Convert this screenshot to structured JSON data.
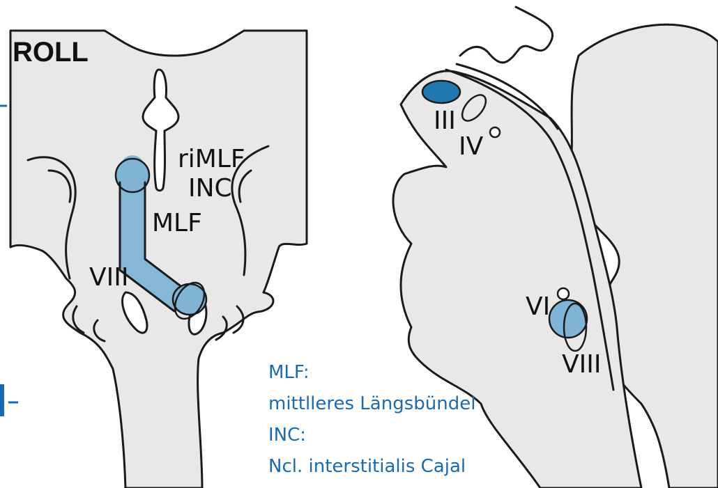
{
  "title": "ROLL",
  "colors": {
    "tissue": "#e8e8e8",
    "outline": "#1a1a1a",
    "highlight_light": "#7fb4d6",
    "highlight_dark": "#1f78b0",
    "legend_text": "#1a6ab0"
  },
  "left_labels": {
    "rimlf": "riMLF",
    "inc": "INC",
    "mlf": "MLF",
    "viii": "VIII"
  },
  "right_labels": {
    "iii": "III",
    "iv": "IV",
    "vi": "VI",
    "viii": "VIII"
  },
  "legend": {
    "line1": "MLF:",
    "line2": "mittlleres Längsbündel",
    "line3": "INC:",
    "line4": "Ncl. interstitialis Cajal"
  },
  "edge_marks": {
    "bottom": "|-"
  }
}
